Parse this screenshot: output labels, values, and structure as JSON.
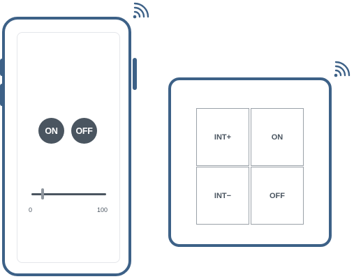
{
  "phone": {
    "on_label": "ON",
    "off_label": "OFF",
    "slider": {
      "min_label": "0",
      "max_label": "100",
      "value": 15
    }
  },
  "wall_switch": {
    "keys": [
      {
        "label": "INT+"
      },
      {
        "label": "ON"
      },
      {
        "label": "INT−"
      },
      {
        "label": "OFF"
      }
    ]
  },
  "icons": [
    "wifi-icon"
  ],
  "colors": {
    "frame": "#3d6187",
    "button": "#4a5560"
  }
}
